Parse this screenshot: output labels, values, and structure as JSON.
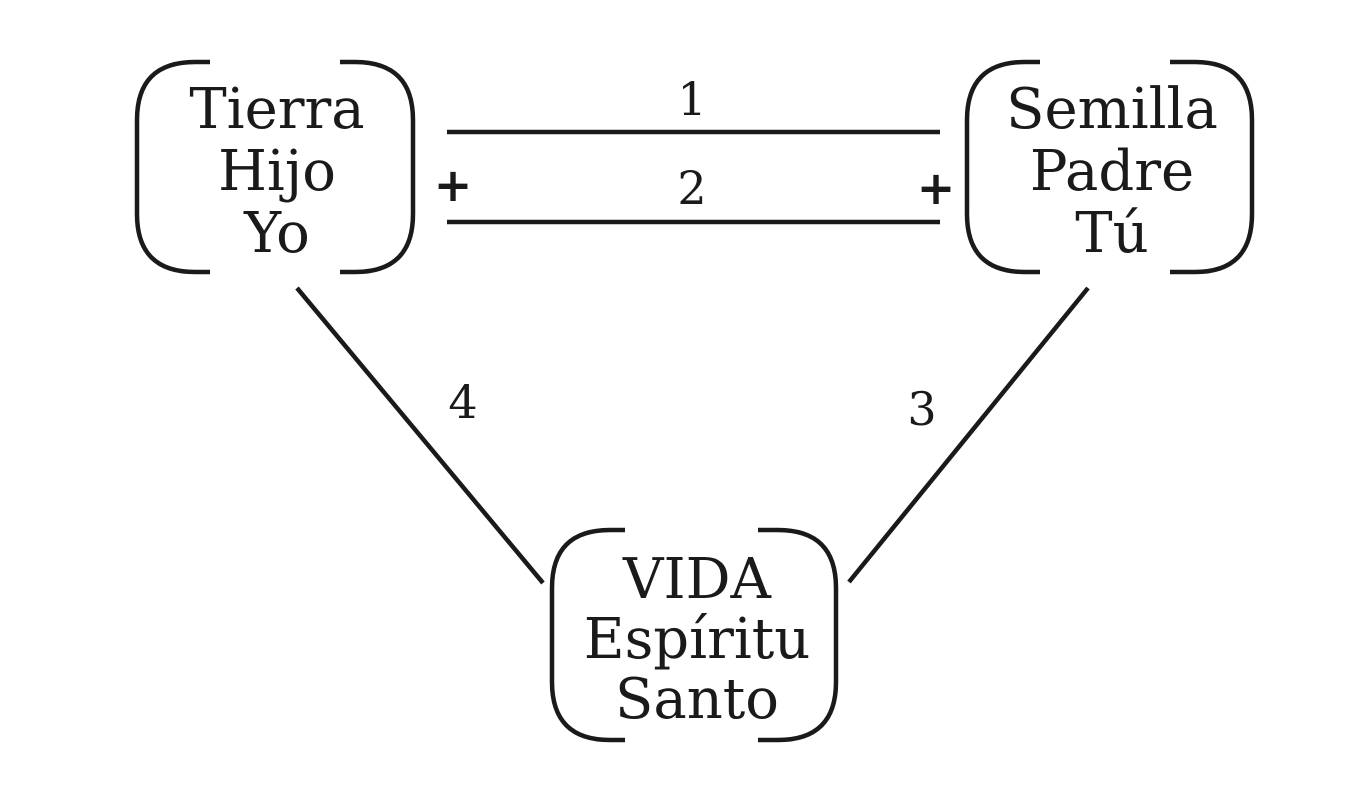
{
  "nodes": {
    "left": {
      "lines": [
        "Tierra",
        "Hijo",
        "Yo"
      ]
    },
    "right": {
      "lines": [
        "Semilla",
        "Padre",
        "Tú"
      ]
    },
    "bottom": {
      "lines": [
        "VIDA",
        "Espíritu",
        "Santo"
      ]
    }
  },
  "edges": {
    "top_1": {
      "label": "1"
    },
    "top_2": {
      "label": "2"
    },
    "right_diagonal": {
      "label": "3"
    },
    "left_diagonal": {
      "label": "4"
    }
  },
  "signs": {
    "left_plus": "+",
    "right_plus": "+"
  },
  "colors": {
    "ink": "#1a1a1a",
    "background": "#ffffff"
  }
}
